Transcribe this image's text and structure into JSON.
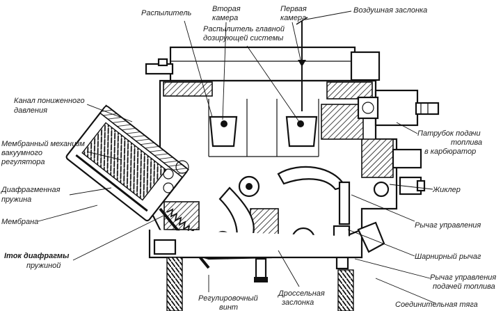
{
  "labels": {
    "sprayer": "Распылитель",
    "second_chamber_1": "Вторая",
    "second_chamber_2": "камера",
    "first_chamber_1": "Первая",
    "first_chamber_2": "камера",
    "air_damper": "Воздушная заслонка",
    "main_sprayer_1": "Распылитель главной",
    "main_sprayer_2": "дозирующей системы",
    "low_pressure_1": "Канал пониженного",
    "low_pressure_2": "давления",
    "vacuum_mech_1": "Мембранный механизм",
    "vacuum_mech_2": "вакуумного",
    "vacuum_mech_3": "регулятора",
    "diaphragm_spring_1": "Диафрагменная",
    "diaphragm_spring_2": "пружина",
    "membrane": "Мембрана",
    "diaphragm_rod_1": "Iток диафрагмы",
    "diaphragm_rod_2": "пружиной",
    "fuel_pipe_1": "Патрубок подачи",
    "fuel_pipe_2": "топлива",
    "fuel_pipe_3": "в карбюратор",
    "jet": "Жиклер",
    "control_lever": "Рычаг управления",
    "hinge_lever": "Шарнирный рычаг",
    "fuel_control_lever_1": "Рычаг управления",
    "fuel_control_lever_2": "подачей топлива",
    "adjusting_screw_1": "Регулировочный",
    "adjusting_screw_2": "винт",
    "throttle_1": "Дроссельная",
    "throttle_2": "заслонка",
    "link_rod": "Соединительная тяга"
  }
}
